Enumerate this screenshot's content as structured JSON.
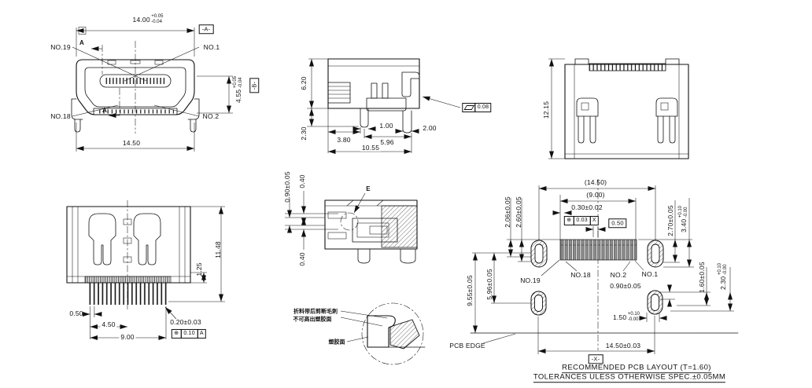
{
  "colors": {
    "line": "#111111",
    "background": "#ffffff",
    "pad_fill": "#8e8e8e"
  },
  "front_view": {
    "dim_width": {
      "main": "14.00",
      "plus": "+0.05",
      "minus": "-0.04"
    },
    "datum_a": "-A-",
    "datum_b": "-B-",
    "dim_height": {
      "main": "4.55",
      "plus": "+0.05",
      "minus": "-0.04"
    },
    "dim_width_overall": "14.50",
    "pin_no19": "NO.19",
    "pin_no1": "NO.1",
    "pin_no18": "NO.18",
    "pin_no2": "NO.2",
    "section_label": "A"
  },
  "side_view": {
    "dim_body_height": "6.20",
    "dim_leg_height": "2.30",
    "dim_leg_width": "1.00",
    "dim_leg_width2": "2.00",
    "dim_offset": "3.80",
    "dim_span": "5.96",
    "dim_total": "10.55",
    "flatness_tolerance": "0.08"
  },
  "rear_view": {
    "dim_height": "12.15"
  },
  "top_view": {
    "dim_depth": "11.48",
    "dim_pin_length": "1.25",
    "dim_pitch": "0.50",
    "dim_half_span": "4.50",
    "dim_span": "9.00",
    "dim_pin_width": "0.20±0.03",
    "position_frame": {
      "symbol": "⊕",
      "tolerance": "0.10",
      "datum": "A"
    }
  },
  "section_view": {
    "dim_gap": "0.90±0.05",
    "dim_top": "0.40",
    "dim_bottom": "0.40",
    "detail_label": "E"
  },
  "detail_view": {
    "note_line1": "折料带后剪断毛刺",
    "note_line2": "不可高出塑胶面",
    "surface_label": "塑胶面"
  },
  "pcb_layout": {
    "dim_ref_width": "(14.50)",
    "dim_ref_span": "(9.00)",
    "dim_pad_width": "0.30±0.02",
    "position_frame": {
      "symbol": "⊕",
      "tolerance": "0.03",
      "datum": "X"
    },
    "dim_pitch": "0.50",
    "dim_206": "2.06±0.05",
    "dim_260": "2.60±0.05",
    "dim_270": "2.70±0.05",
    "dim_340": {
      "main": "3.40",
      "plus": "+0.10",
      "minus": "-0.00"
    },
    "pin_no19": "NO.19",
    "pin_no18": "NO.18",
    "pin_no2": "NO.2",
    "pin_no1": "NO.1",
    "dim_090": "0.90±0.05",
    "dim_160": "1.60±0.05",
    "dim_230": {
      "main": "2.30",
      "plus": "+0.10",
      "minus": "-0.00"
    },
    "dim_150": {
      "main": "1.50",
      "plus": "+0.10",
      "minus": "-0.00"
    },
    "dim_955": "9.55±0.05",
    "dim_596": "5.96±0.05",
    "pcb_edge_label": "PCB EDGE",
    "dim_overall": "14.50±0.03",
    "datum_x": "-X-"
  },
  "footer": {
    "line1": "RECOMMENDED PCB LAYOUT (T=1.60)",
    "line2": "TOLERANCES ULESS OTHERWISE SPEC.±0.05MM"
  }
}
